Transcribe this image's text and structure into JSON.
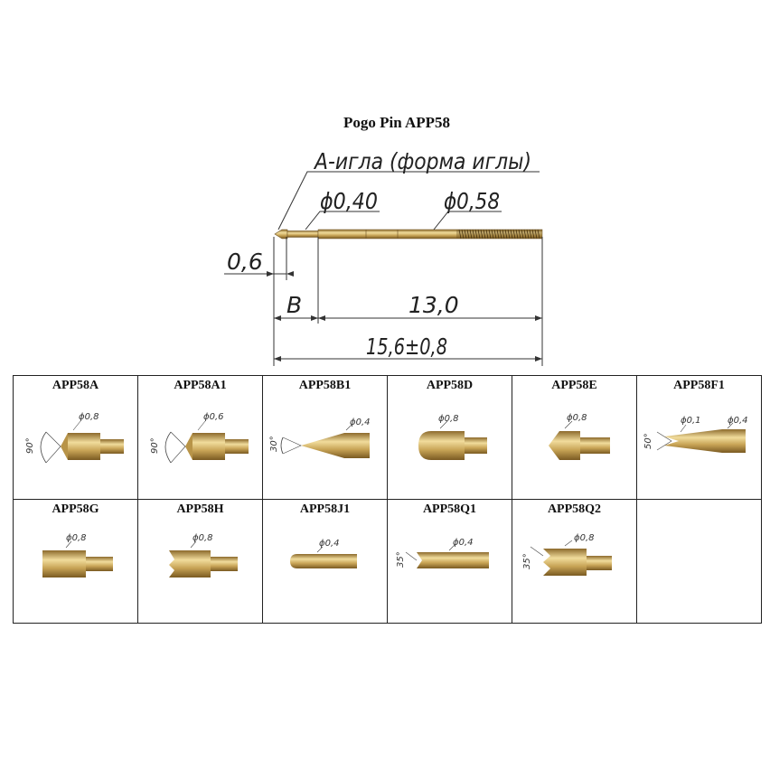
{
  "title": "Pogo Pin APP58",
  "drawing": {
    "needle_label": "A-игла (форма иглы)",
    "dia_plunger": "ϕ0,40",
    "dia_barrel": "ϕ0,58",
    "dim_tip": "0,6",
    "dim_b": "B",
    "dim_body": "13,0",
    "dim_total": "15,6±0,8"
  },
  "tips": [
    {
      "code": "APP58A",
      "dia": "ϕ0,8",
      "angle": "90°"
    },
    {
      "code": "APP58A1",
      "dia": "ϕ0,6",
      "angle": "90°"
    },
    {
      "code": "APP58B1",
      "dia": "ϕ0,4",
      "angle": "30°"
    },
    {
      "code": "APP58D",
      "dia": "ϕ0,8",
      "angle": ""
    },
    {
      "code": "APP58E",
      "dia": "ϕ0,8",
      "angle": ""
    },
    {
      "code": "APP58F1",
      "dia": "ϕ0,4",
      "dia2": "ϕ0,1",
      "angle": "50°"
    },
    {
      "code": "APP58G",
      "dia": "ϕ0,8",
      "angle": ""
    },
    {
      "code": "APP58H",
      "dia": "ϕ0,8",
      "angle": ""
    },
    {
      "code": "APP58J1",
      "dia": "ϕ0,4",
      "angle": ""
    },
    {
      "code": "APP58Q1",
      "dia": "ϕ0,4",
      "angle": "35°"
    },
    {
      "code": "APP58Q2",
      "dia": "ϕ0,8",
      "angle": "35°"
    }
  ],
  "colors": {
    "brass_light": "#e8d08a",
    "brass_mid": "#c8a456",
    "brass_dark": "#8c6a2c",
    "line": "#222222"
  }
}
